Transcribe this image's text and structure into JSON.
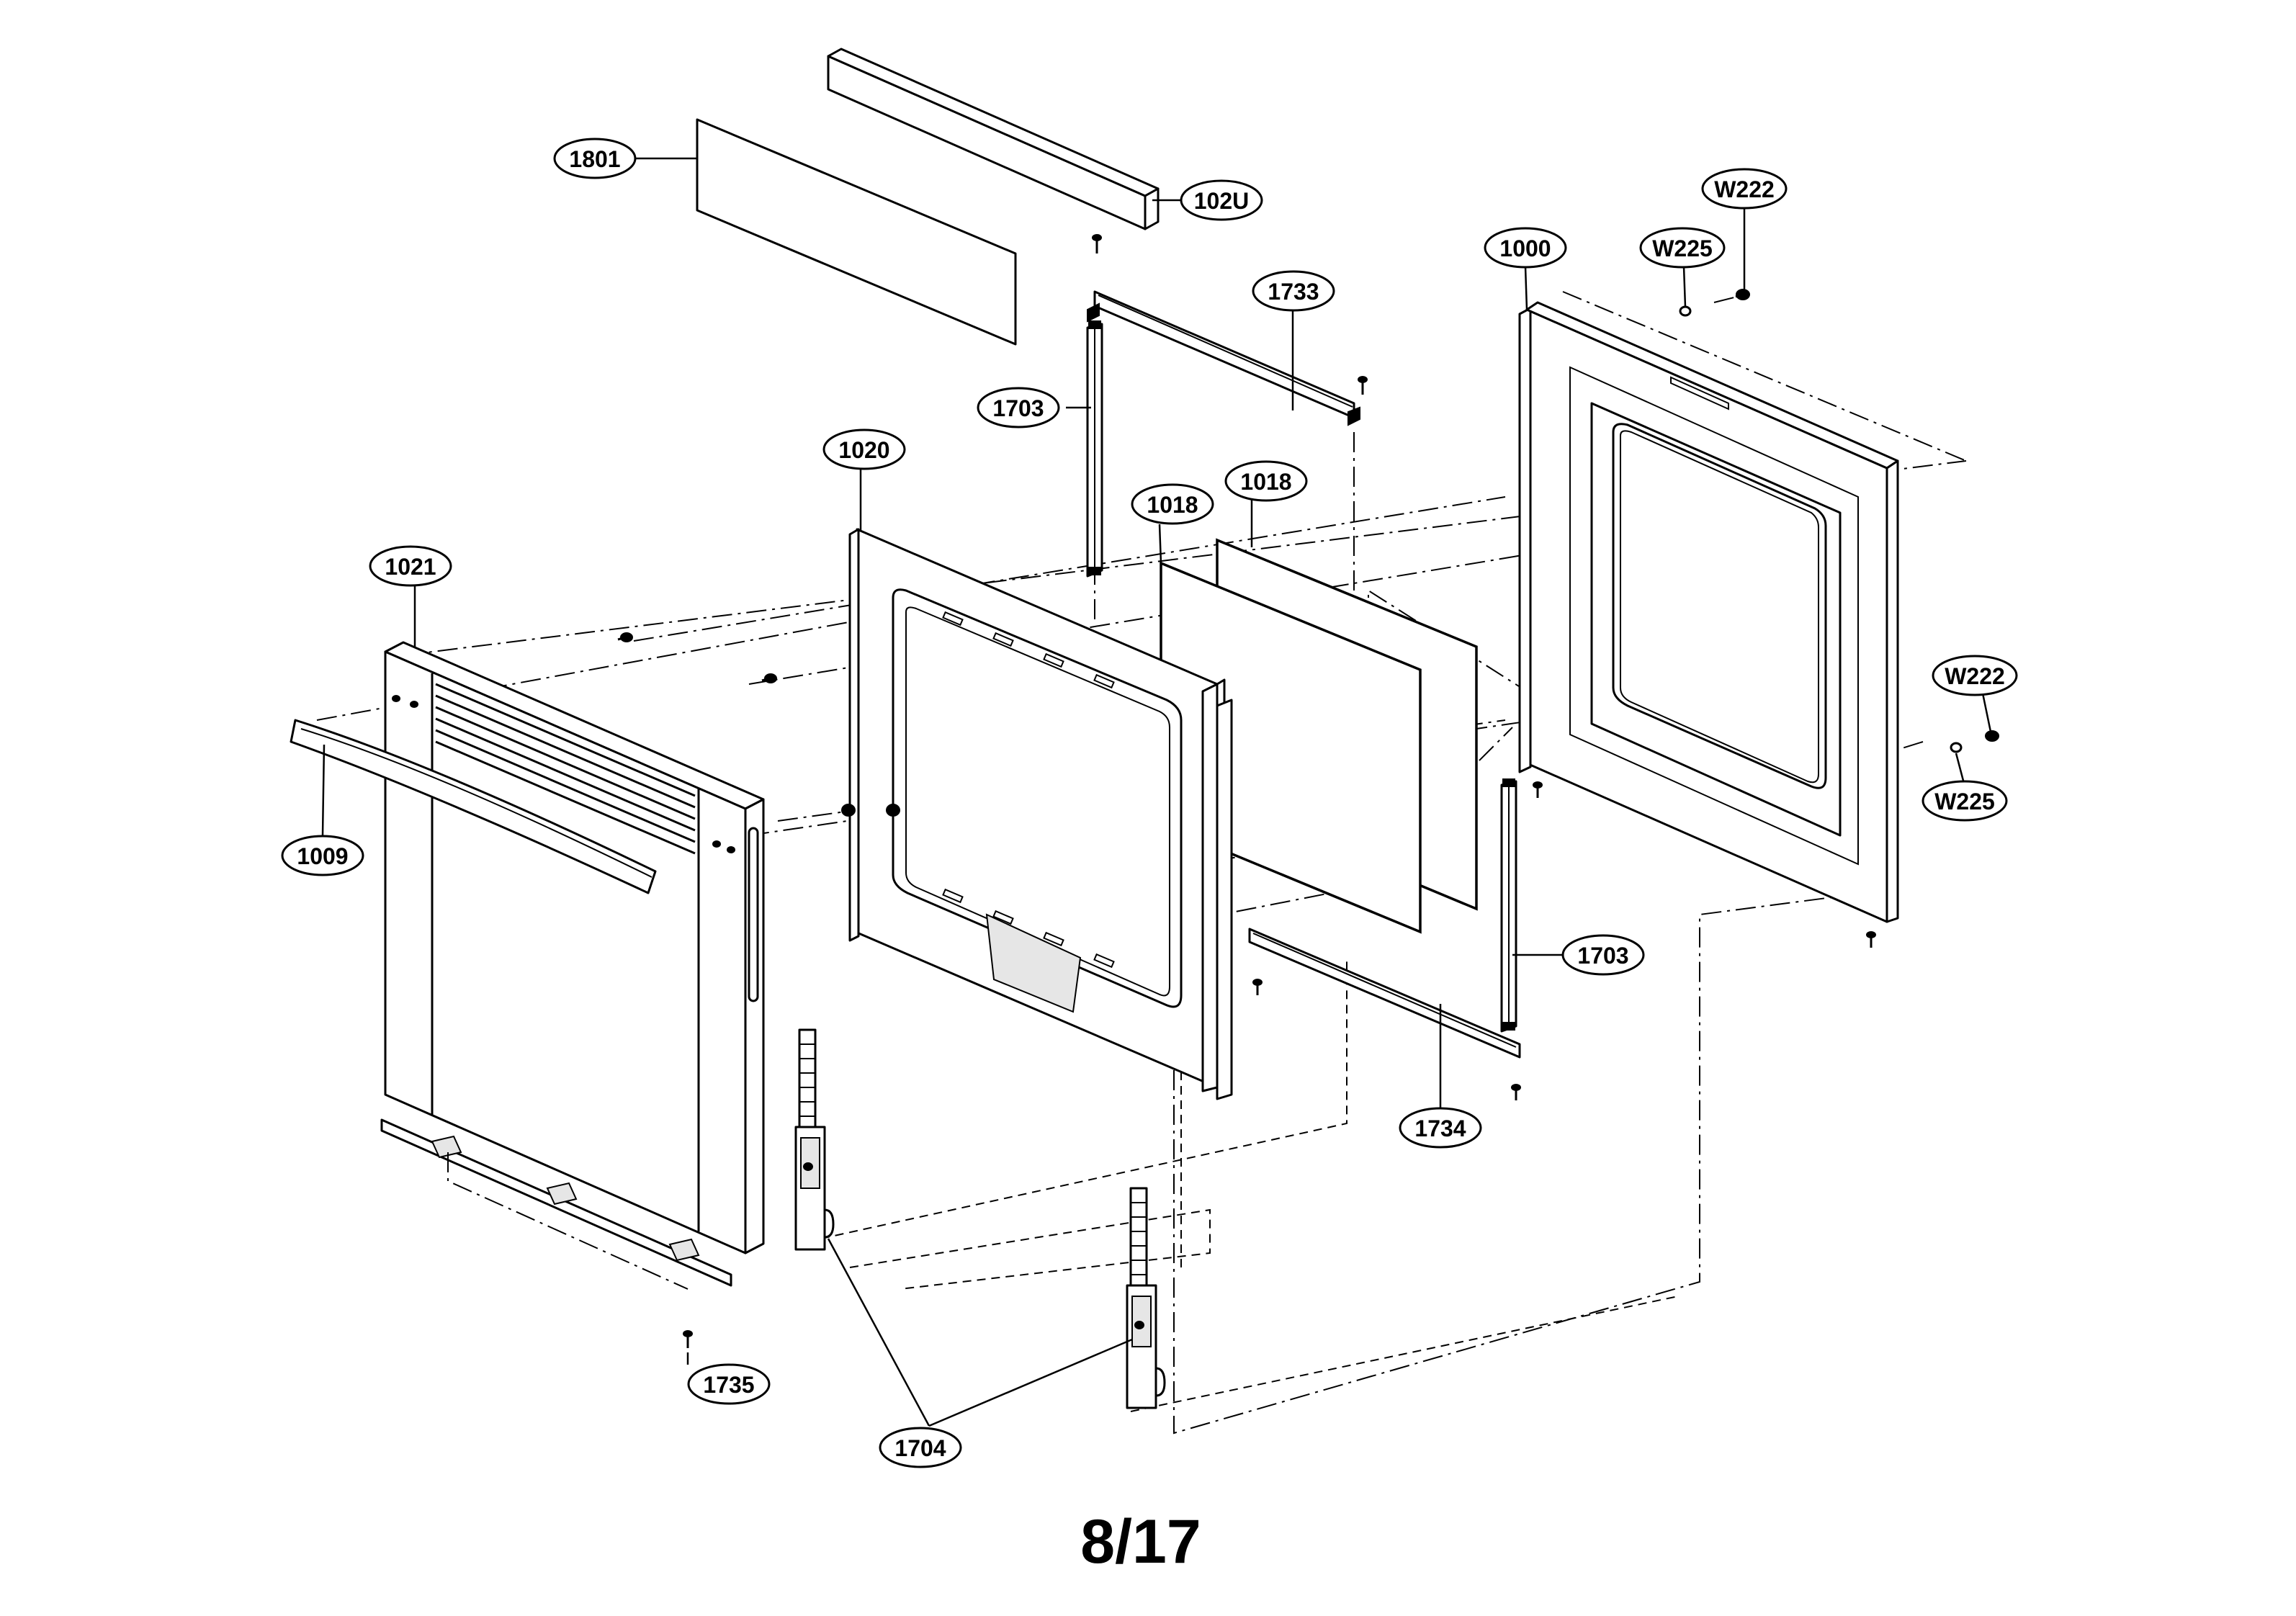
{
  "callouts": {
    "c1801": "1801",
    "c102U": "102U",
    "cW222_top": "W222",
    "cW225_top": "W225",
    "c1000": "1000",
    "c1733": "1733",
    "c1703_top": "1703",
    "c1020": "1020",
    "c1018_a": "1018",
    "c1018_b": "1018",
    "c1021": "1021",
    "cW222_right": "W222",
    "cW225_right": "W225",
    "c1009": "1009",
    "c1703_right": "1703",
    "c1734": "1734",
    "c1735": "1735",
    "c1704": "1704"
  },
  "page_number": "8/17",
  "parts": [
    {
      "id": "1801",
      "icon": "glass-panel-strip"
    },
    {
      "id": "102U",
      "icon": "trim-strip"
    },
    {
      "id": "W222",
      "icon": "screw"
    },
    {
      "id": "W225",
      "icon": "washer"
    },
    {
      "id": "1000",
      "icon": "inner-door-panel"
    },
    {
      "id": "1733",
      "icon": "glass-retainer-top"
    },
    {
      "id": "1703",
      "icon": "glass-support-side"
    },
    {
      "id": "1020",
      "icon": "door-inner-frame"
    },
    {
      "id": "1018",
      "icon": "door-glass"
    },
    {
      "id": "1021",
      "icon": "outer-door-panel"
    },
    {
      "id": "1009",
      "icon": "door-handle"
    },
    {
      "id": "1734",
      "icon": "glass-retainer-bottom"
    },
    {
      "id": "1735",
      "icon": "door-bottom-trim"
    },
    {
      "id": "1704",
      "icon": "door-hinge"
    }
  ]
}
